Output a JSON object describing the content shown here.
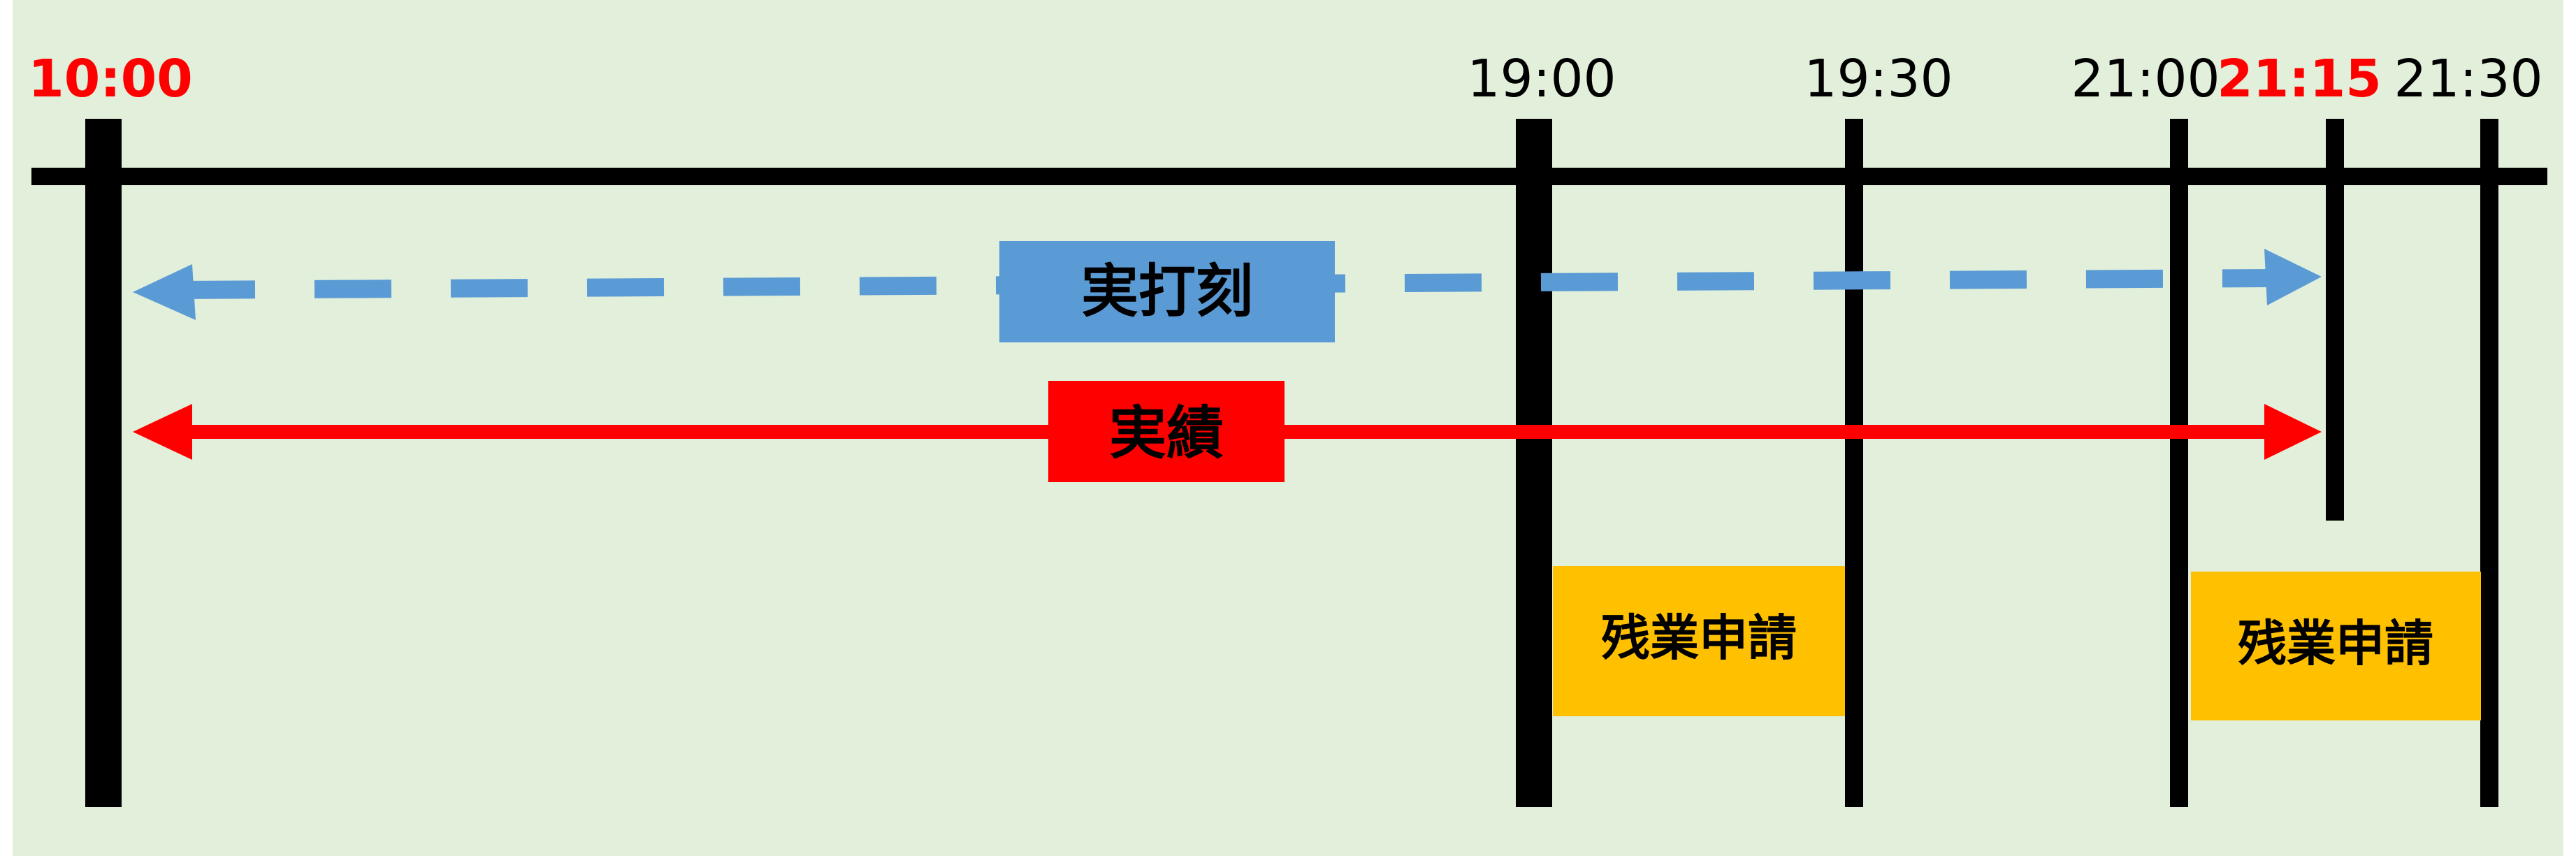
{
  "colors": {
    "background": "#e2efda",
    "axis": "#000000",
    "emphasis": "#ff0000",
    "punch_box": "#5b9bd5",
    "actual": "#ff0000",
    "request_box": "#ffc000"
  },
  "timeline": {
    "ticks": [
      {
        "label": "10:00",
        "emphasis": true
      },
      {
        "label": "19:00",
        "emphasis": false
      },
      {
        "label": "19:30",
        "emphasis": false
      },
      {
        "label": "21:00",
        "emphasis": false
      },
      {
        "label": "21:15",
        "emphasis": true
      },
      {
        "label": "21:30",
        "emphasis": false
      }
    ]
  },
  "punch": {
    "label": "実打刻",
    "from": "10:00",
    "to": "21:15"
  },
  "actual": {
    "label": "実績",
    "from": "10:00",
    "to": "21:15"
  },
  "requests": [
    {
      "label": "残業申請",
      "from": "19:00",
      "to": "19:30"
    },
    {
      "label": "残業申請",
      "from": "21:00",
      "to": "21:30"
    }
  ]
}
